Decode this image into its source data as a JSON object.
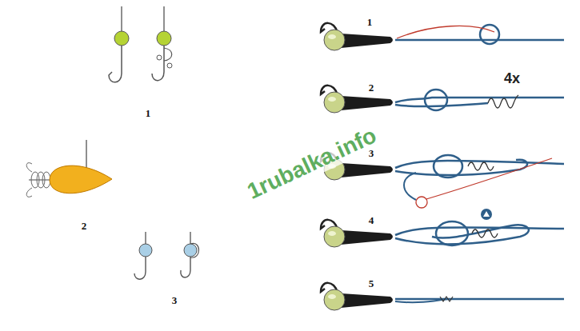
{
  "diagram": {
    "labels": [
      "1",
      "2",
      "3",
      "1",
      "2",
      "3",
      "4",
      "5",
      "4x",
      "1rubalka.info"
    ]
  }
}
